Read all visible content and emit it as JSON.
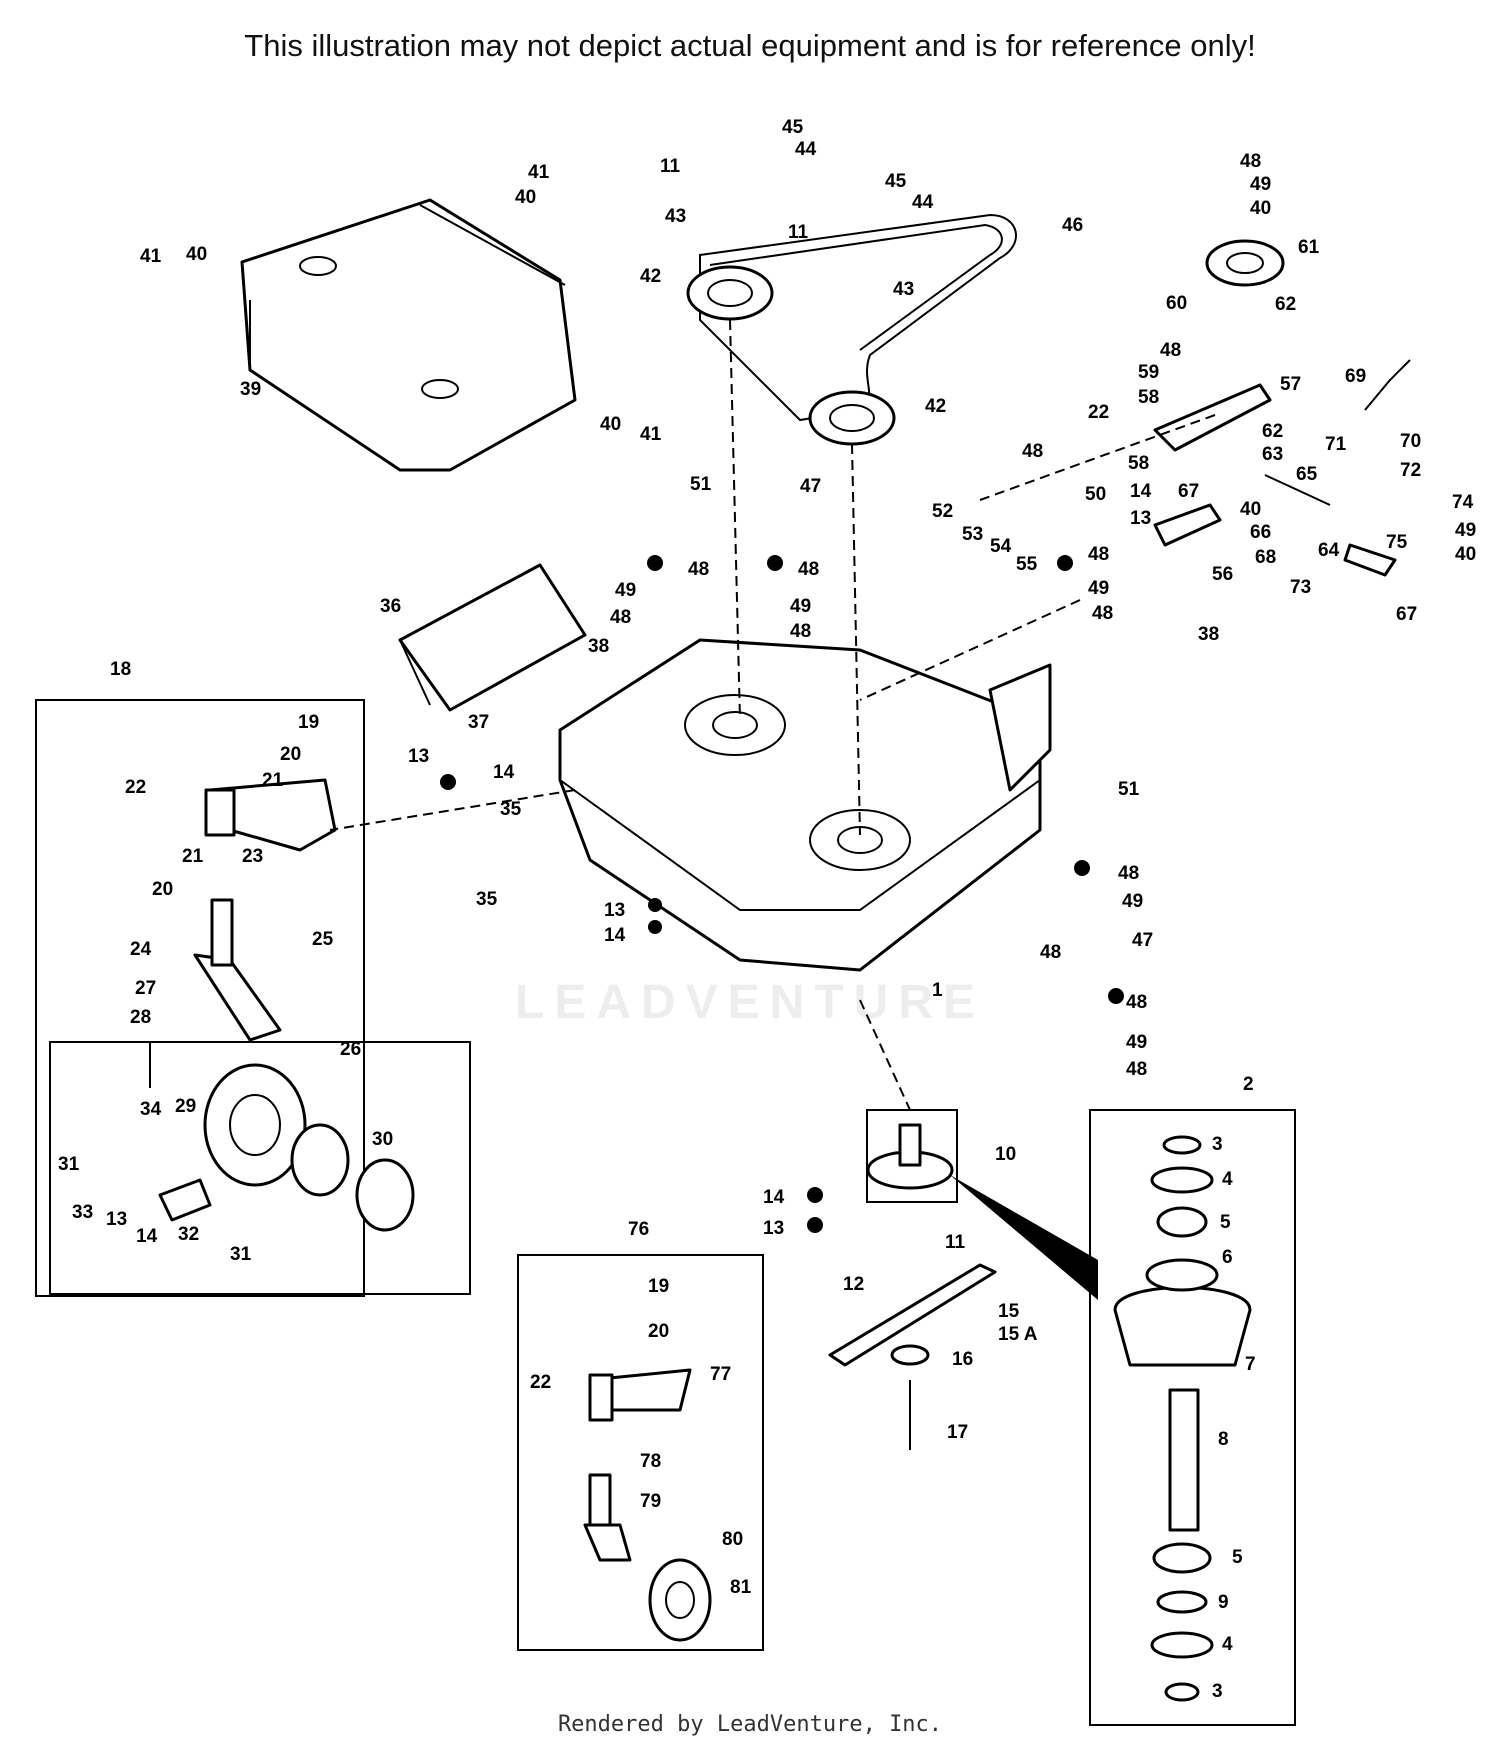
{
  "header": {
    "disclaimer": "This illustration may not depict actual equipment and is for reference only!"
  },
  "footer": {
    "rendered_by": "Rendered by LeadVenture, Inc."
  },
  "watermark": {
    "text": "LEADVENTURE"
  },
  "callouts": [
    {
      "id": "c1",
      "label": "1"
    },
    {
      "id": "c2",
      "label": "2"
    },
    {
      "id": "c3a",
      "label": "3"
    },
    {
      "id": "c3b",
      "label": "3"
    },
    {
      "id": "c4a",
      "label": "4"
    },
    {
      "id": "c4b",
      "label": "4"
    },
    {
      "id": "c5a",
      "label": "5"
    },
    {
      "id": "c5b",
      "label": "5"
    },
    {
      "id": "c6",
      "label": "6"
    },
    {
      "id": "c7",
      "label": "7"
    },
    {
      "id": "c8",
      "label": "8"
    },
    {
      "id": "c9",
      "label": "9"
    },
    {
      "id": "c10",
      "label": "10"
    },
    {
      "id": "c11a",
      "label": "11"
    },
    {
      "id": "c11b",
      "label": "11"
    },
    {
      "id": "c11c",
      "label": "11"
    },
    {
      "id": "c12",
      "label": "12"
    },
    {
      "id": "c13a",
      "label": "13"
    },
    {
      "id": "c13b",
      "label": "13"
    },
    {
      "id": "c13c",
      "label": "13"
    },
    {
      "id": "c13d",
      "label": "13"
    },
    {
      "id": "c13e",
      "label": "13"
    },
    {
      "id": "c14a",
      "label": "14"
    },
    {
      "id": "c14b",
      "label": "14"
    },
    {
      "id": "c14c",
      "label": "14"
    },
    {
      "id": "c14d",
      "label": "14"
    },
    {
      "id": "c14e",
      "label": "14"
    },
    {
      "id": "c15",
      "label": "15"
    },
    {
      "id": "c15A",
      "label": "15 A"
    },
    {
      "id": "c16",
      "label": "16"
    },
    {
      "id": "c17",
      "label": "17"
    },
    {
      "id": "c18",
      "label": "18"
    },
    {
      "id": "c19a",
      "label": "19"
    },
    {
      "id": "c19b",
      "label": "19"
    },
    {
      "id": "c20a",
      "label": "20"
    },
    {
      "id": "c20b",
      "label": "20"
    },
    {
      "id": "c20c",
      "label": "20"
    },
    {
      "id": "c21a",
      "label": "21"
    },
    {
      "id": "c21b",
      "label": "21"
    },
    {
      "id": "c22a",
      "label": "22"
    },
    {
      "id": "c22b",
      "label": "22"
    },
    {
      "id": "c22c",
      "label": "22"
    },
    {
      "id": "c23",
      "label": "23"
    },
    {
      "id": "c24",
      "label": "24"
    },
    {
      "id": "c25",
      "label": "25"
    },
    {
      "id": "c26",
      "label": "26"
    },
    {
      "id": "c27",
      "label": "27"
    },
    {
      "id": "c28",
      "label": "28"
    },
    {
      "id": "c29",
      "label": "29"
    },
    {
      "id": "c30",
      "label": "30"
    },
    {
      "id": "c31a",
      "label": "31"
    },
    {
      "id": "c31b",
      "label": "31"
    },
    {
      "id": "c32",
      "label": "32"
    },
    {
      "id": "c33",
      "label": "33"
    },
    {
      "id": "c34",
      "label": "34"
    },
    {
      "id": "c35a",
      "label": "35"
    },
    {
      "id": "c35b",
      "label": "35"
    },
    {
      "id": "c36",
      "label": "36"
    },
    {
      "id": "c37",
      "label": "37"
    },
    {
      "id": "c38a",
      "label": "38"
    },
    {
      "id": "c38b",
      "label": "38"
    },
    {
      "id": "c39",
      "label": "39"
    },
    {
      "id": "c40a",
      "label": "40"
    },
    {
      "id": "c40b",
      "label": "40"
    },
    {
      "id": "c40c",
      "label": "40"
    },
    {
      "id": "c40d",
      "label": "40"
    },
    {
      "id": "c40e",
      "label": "40"
    },
    {
      "id": "c40f",
      "label": "40"
    },
    {
      "id": "c41a",
      "label": "41"
    },
    {
      "id": "c41b",
      "label": "41"
    },
    {
      "id": "c41c",
      "label": "41"
    },
    {
      "id": "c42a",
      "label": "42"
    },
    {
      "id": "c42b",
      "label": "42"
    },
    {
      "id": "c43a",
      "label": "43"
    },
    {
      "id": "c43b",
      "label": "43"
    },
    {
      "id": "c44a",
      "label": "44"
    },
    {
      "id": "c44b",
      "label": "44"
    },
    {
      "id": "c45a",
      "label": "45"
    },
    {
      "id": "c45b",
      "label": "45"
    },
    {
      "id": "c46",
      "label": "46"
    },
    {
      "id": "c47a",
      "label": "47"
    },
    {
      "id": "c47b",
      "label": "47"
    },
    {
      "id": "c48a",
      "label": "48"
    },
    {
      "id": "c48b",
      "label": "48"
    },
    {
      "id": "c48c",
      "label": "48"
    },
    {
      "id": "c48d",
      "label": "48"
    },
    {
      "id": "c48e",
      "label": "48"
    },
    {
      "id": "c48f",
      "label": "48"
    },
    {
      "id": "c48g",
      "label": "48"
    },
    {
      "id": "c48h",
      "label": "48"
    },
    {
      "id": "c48i",
      "label": "48"
    },
    {
      "id": "c48j",
      "label": "48"
    },
    {
      "id": "c48k",
      "label": "48"
    },
    {
      "id": "c48l",
      "label": "48"
    },
    {
      "id": "c48m",
      "label": "48"
    },
    {
      "id": "c49a",
      "label": "49"
    },
    {
      "id": "c49b",
      "label": "49"
    },
    {
      "id": "c49c",
      "label": "49"
    },
    {
      "id": "c49d",
      "label": "49"
    },
    {
      "id": "c49e",
      "label": "49"
    },
    {
      "id": "c49f",
      "label": "49"
    },
    {
      "id": "c49g",
      "label": "49"
    },
    {
      "id": "c50",
      "label": "50"
    },
    {
      "id": "c51a",
      "label": "51"
    },
    {
      "id": "c51b",
      "label": "51"
    },
    {
      "id": "c52",
      "label": "52"
    },
    {
      "id": "c53",
      "label": "53"
    },
    {
      "id": "c54",
      "label": "54"
    },
    {
      "id": "c55",
      "label": "55"
    },
    {
      "id": "c56",
      "label": "56"
    },
    {
      "id": "c57",
      "label": "57"
    },
    {
      "id": "c58a",
      "label": "58"
    },
    {
      "id": "c58b",
      "label": "58"
    },
    {
      "id": "c59",
      "label": "59"
    },
    {
      "id": "c60",
      "label": "60"
    },
    {
      "id": "c61",
      "label": "61"
    },
    {
      "id": "c62a",
      "label": "62"
    },
    {
      "id": "c62b",
      "label": "62"
    },
    {
      "id": "c63",
      "label": "63"
    },
    {
      "id": "c64",
      "label": "64"
    },
    {
      "id": "c65",
      "label": "65"
    },
    {
      "id": "c66",
      "label": "66"
    },
    {
      "id": "c67a",
      "label": "67"
    },
    {
      "id": "c67b",
      "label": "67"
    },
    {
      "id": "c68",
      "label": "68"
    },
    {
      "id": "c69",
      "label": "69"
    },
    {
      "id": "c70",
      "label": "70"
    },
    {
      "id": "c71",
      "label": "71"
    },
    {
      "id": "c72",
      "label": "72"
    },
    {
      "id": "c73",
      "label": "73"
    },
    {
      "id": "c74",
      "label": "74"
    },
    {
      "id": "c75",
      "label": "75"
    },
    {
      "id": "c76",
      "label": "76"
    },
    {
      "id": "c77",
      "label": "77"
    },
    {
      "id": "c78",
      "label": "78"
    },
    {
      "id": "c79",
      "label": "79"
    },
    {
      "id": "c80",
      "label": "80"
    },
    {
      "id": "c81",
      "label": "81"
    }
  ]
}
